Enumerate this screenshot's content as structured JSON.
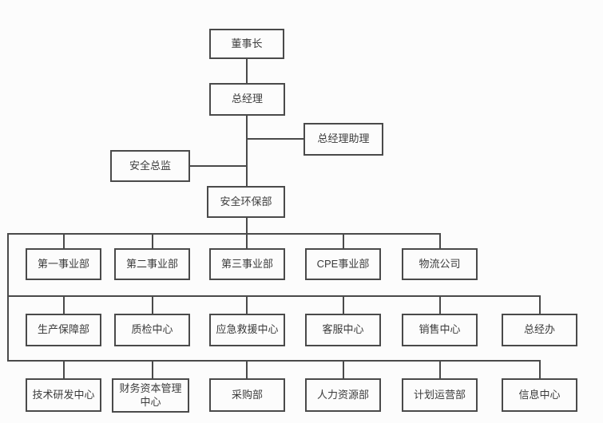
{
  "org": {
    "chairman": "董事长",
    "general_manager": "总经理",
    "gm_assistant": "总经理助理",
    "safety_director": "安全总监",
    "safety_environment_dept": "安全环保部",
    "tier1": [
      "第一事业部",
      "第二事业部",
      "第三事业部",
      "CPE事业部",
      "物流公司"
    ],
    "tier2": [
      "生产保障部",
      "质检中心",
      "应急救援中心",
      "客服中心",
      "销售中心",
      "总经办"
    ],
    "tier3": [
      "技术研发中心",
      "财务资本管理中心",
      "采购部",
      "人力资源部",
      "计划运营部",
      "信息中心"
    ]
  },
  "colors": {
    "line": "#4a4a4a",
    "background": "#fcfcfc",
    "text": "#3b3b3b"
  }
}
